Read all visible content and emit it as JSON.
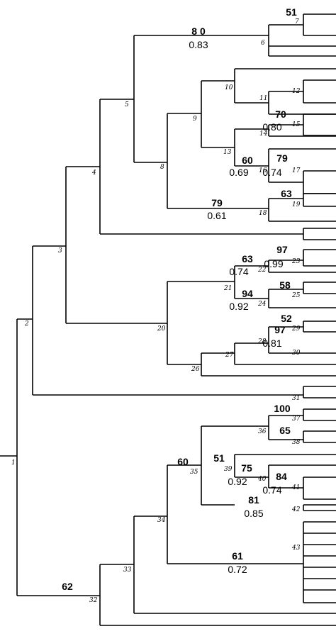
{
  "tree": {
    "node_ids": [
      "1",
      "2",
      "3",
      "4",
      "5",
      "6",
      "7",
      "8",
      "9",
      "10",
      "11",
      "12",
      "13",
      "14",
      "15",
      "16",
      "17",
      "18",
      "19",
      "20",
      "21",
      "22",
      "23",
      "24",
      "25",
      "26",
      "27",
      "28",
      "29",
      "30",
      "31",
      "32",
      "33",
      "34",
      "35",
      "36",
      "37",
      "38",
      "39",
      "40",
      "41",
      "42",
      "43"
    ],
    "supports": [
      {
        "node": "6",
        "bootstrap": "8 0",
        "posterior": "0.83"
      },
      {
        "node": "7",
        "bootstrap": "51",
        "posterior": ""
      },
      {
        "node": "15",
        "bootstrap": "70",
        "posterior": "0.80"
      },
      {
        "node": "16",
        "bootstrap": "60",
        "posterior": "0.69"
      },
      {
        "node": "17",
        "bootstrap": "79",
        "posterior": "0.74"
      },
      {
        "node": "18",
        "bootstrap": "79",
        "posterior": "0.61"
      },
      {
        "node": "19",
        "bootstrap": "63",
        "posterior": ""
      },
      {
        "node": "22",
        "bootstrap": "63",
        "posterior": "0.74"
      },
      {
        "node": "23",
        "bootstrap": "97",
        "posterior": "0.99"
      },
      {
        "node": "24",
        "bootstrap": "94",
        "posterior": "0.92"
      },
      {
        "node": "25",
        "bootstrap": "58",
        "posterior": ""
      },
      {
        "node": "28",
        "bootstrap": "97",
        "posterior": "0.81"
      },
      {
        "node": "29",
        "bootstrap": "52",
        "posterior": ""
      },
      {
        "node": "32",
        "bootstrap": "62",
        "posterior": ""
      },
      {
        "node": "35",
        "bootstrap": "60",
        "posterior": ""
      },
      {
        "node": "37",
        "bootstrap": "100",
        "posterior": ""
      },
      {
        "node": "38",
        "bootstrap": "65",
        "posterior": ""
      },
      {
        "node": "39",
        "bootstrap": "51",
        "posterior": ""
      },
      {
        "node": "40",
        "bootstrap": "75",
        "posterior": "0.92"
      },
      {
        "node": "41",
        "bootstrap": "84",
        "posterior": "0.74"
      },
      {
        "node": "42",
        "bootstrap": "81",
        "posterior": "0.85"
      },
      {
        "node": "43",
        "bootstrap": "61",
        "posterior": "0.72"
      }
    ]
  }
}
